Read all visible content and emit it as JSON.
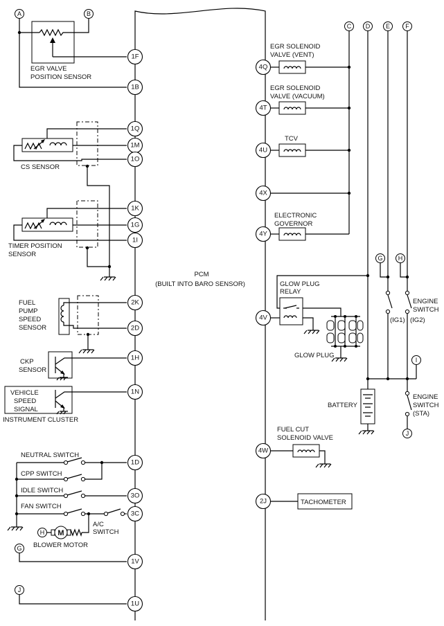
{
  "pcm": {
    "name": "PCM",
    "subtitle": "(BUILT INTO BARO SENSOR)"
  },
  "left_pins": {
    "p1F": "1F",
    "p1B": "1B",
    "p1Q": "1Q",
    "p1M": "1M",
    "p1O": "1O",
    "p1K": "1K",
    "p1G": "1G",
    "p1I": "1I",
    "p2K": "2K",
    "p2D": "2D",
    "p1H": "1H",
    "p1N": "1N",
    "p1D": "1D",
    "p3O": "3O",
    "p3C": "3C",
    "p1V": "1V",
    "p1U": "1U"
  },
  "right_pins": {
    "p4Q": "4Q",
    "p4T": "4T",
    "p4U": "4U",
    "p4X": "4X",
    "p4Y": "4Y",
    "p4V": "4V",
    "p4W": "4W",
    "p2J": "2J"
  },
  "nodes": {
    "A": "A",
    "B": "B",
    "C": "C",
    "D": "D",
    "E": "E",
    "F": "F",
    "G": "G",
    "H": "H",
    "I": "I",
    "J": "J",
    "M": "M"
  },
  "labels": {
    "egr_valve_sensor_1": "EGR VALVE",
    "egr_valve_sensor_2": "POSITION SENSOR",
    "cs_sensor": "CS SENSOR",
    "timer_sensor_1": "TIMER  POSITION",
    "timer_sensor_2": "SENSOR",
    "fuel_pump_1": "FUEL",
    "fuel_pump_2": "PUMP",
    "fuel_pump_3": "SPEED",
    "fuel_pump_4": "SENSOR",
    "ckp_1": "CKP",
    "ckp_2": "SENSOR",
    "vss_1": "VEHICLE",
    "vss_2": "SPEED",
    "vss_3": "SIGNAL",
    "instrument_cluster": "INSTRUMENT CLUSTER",
    "neutral_switch": "NEUTRAL SWITCH",
    "cpp_switch": "CPP SWITCH",
    "idle_switch": "IDLE SWITCH",
    "fan_switch": "FAN SWITCH",
    "ac_switch_1": "A/C",
    "ac_switch_2": "SWITCH",
    "blower_motor": "BLOWER MOTOR",
    "egr_vent_1": "EGR SOLENOID",
    "egr_vent_2": "VALVE (VENT)",
    "egr_vac_1": "EGR SOLENOID",
    "egr_vac_2": "VALVE (VACUUM)",
    "tcv": "TCV",
    "governor_1": "ELECTRONIC",
    "governor_2": "GOVERNOR",
    "glow_relay_1": "GLOW PLUG",
    "glow_relay_2": "RELAY",
    "glow_plug": "GLOW PLUG",
    "ig1": "(IG1)",
    "ig2": "(IG2)",
    "engine_switch_1": "ENGINE",
    "engine_switch_2": "SWITCH",
    "engine_switch_3_1": "ENGINE",
    "engine_switch_3_2": "SWITCH",
    "sta": "(STA)",
    "battery": "BATTERY",
    "fuel_cut_1": "FUEL CUT",
    "fuel_cut_2": "SOLENOID VALVE",
    "tachometer": "TACHOMETER"
  }
}
